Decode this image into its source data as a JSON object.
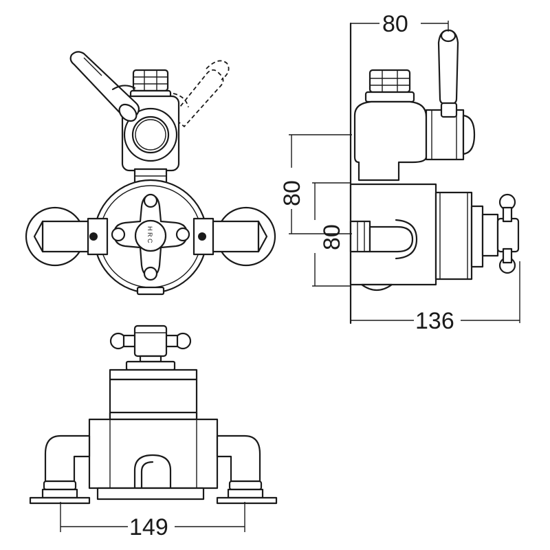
{
  "dimensions": {
    "side_width_top": "80",
    "side_height_upper": "80",
    "side_height_lower": "80",
    "side_total_depth": "136",
    "bottom_centres": "149"
  },
  "handle_marks": {
    "cross_handle_letters": "H R C"
  },
  "colors": {
    "line": "#1a1a1a",
    "background": "#ffffff"
  }
}
